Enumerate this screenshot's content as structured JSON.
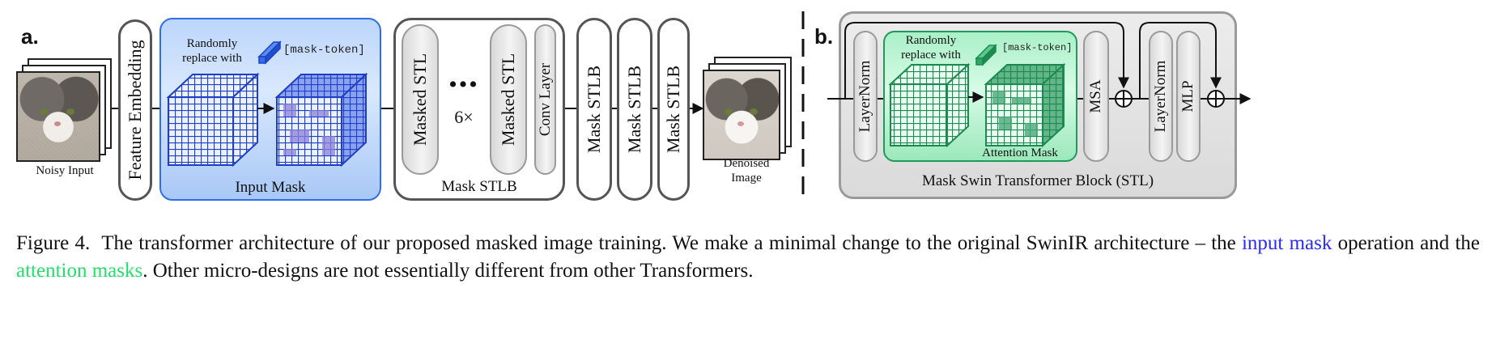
{
  "panel_a": {
    "letter": "a.",
    "noisy_input_label": "Noisy Input",
    "feature_embedding_label": "Feature Embedding",
    "input_mask": {
      "replace_line1": "Randomly",
      "replace_line2": "replace with",
      "token_label": "[mask-token]",
      "title": "Input Mask",
      "color": "#2f6fe6"
    },
    "stl_group": {
      "stl_label_1": "Masked STL",
      "stl_label_2": "Masked STL",
      "ellipsis": "•••",
      "repeat_label": "6×",
      "conv_label": "Conv Layer",
      "title": "Mask STLB"
    },
    "stlb_blocks": [
      "Mask STLB",
      "Mask STLB",
      "Mask STLB"
    ],
    "denoised_label_line1": "Denoised",
    "denoised_label_line2": "Image"
  },
  "panel_b": {
    "letter": "b.",
    "layernorm_1": "LayerNorm",
    "replace_line1": "Randomly",
    "replace_line2": "replace with",
    "token_label": "[mask-token]",
    "attention_mask_label": "Attention Mask",
    "msa_label": "MSA",
    "layernorm_2": "LayerNorm",
    "mlp_label": "MLP",
    "title": "Mask Swin Transformer Block (STL)",
    "color": "#1f9a5a"
  },
  "caption": {
    "figure_label": "Figure 4.",
    "text_1": "The transformer architecture of our proposed masked image training.  We make a minimal change to the original SwinIR architecture – the",
    "highlight_1": "input mask",
    "highlight_1_color": "#2a2aff",
    "text_2": "operation and the",
    "highlight_2": "attention masks",
    "highlight_2_color": "#22e06a",
    "text_3": ". Other micro-designs are not essentially different from other Transformers."
  }
}
